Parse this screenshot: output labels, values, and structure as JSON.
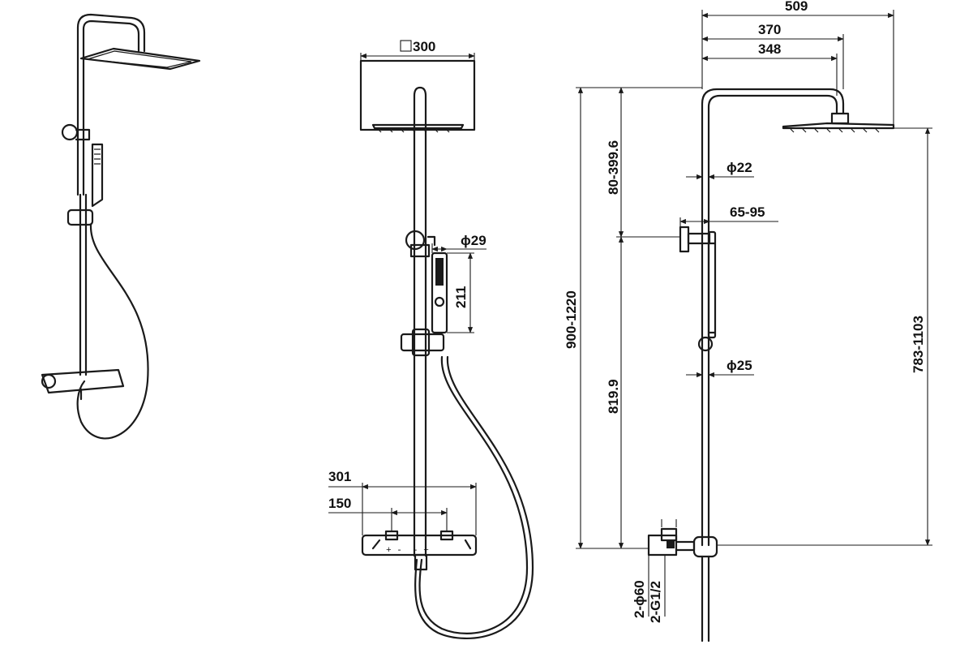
{
  "colors": {
    "line": "#1a1a1a",
    "background": "#ffffff"
  },
  "dimensions": {
    "head_square": "300",
    "bracket_diameter": "ϕ29",
    "hand_shower_length": "211",
    "valve_width": "301",
    "inlet_centers": "150",
    "valve_marks": "+ -  - +",
    "overall_depth": "509",
    "arm_reach": "370",
    "arm_inner": "348",
    "height_range": "900-1220",
    "head_adjust": "80-399.6",
    "riser_top_diameter": "ϕ22",
    "bracket_offset": "65-95",
    "riser_height": "819.9",
    "riser_bottom_diameter": "ϕ25",
    "head_height_range": "783-1103",
    "escutcheon": "2-ϕ60",
    "thread": "2-G1/2"
  }
}
